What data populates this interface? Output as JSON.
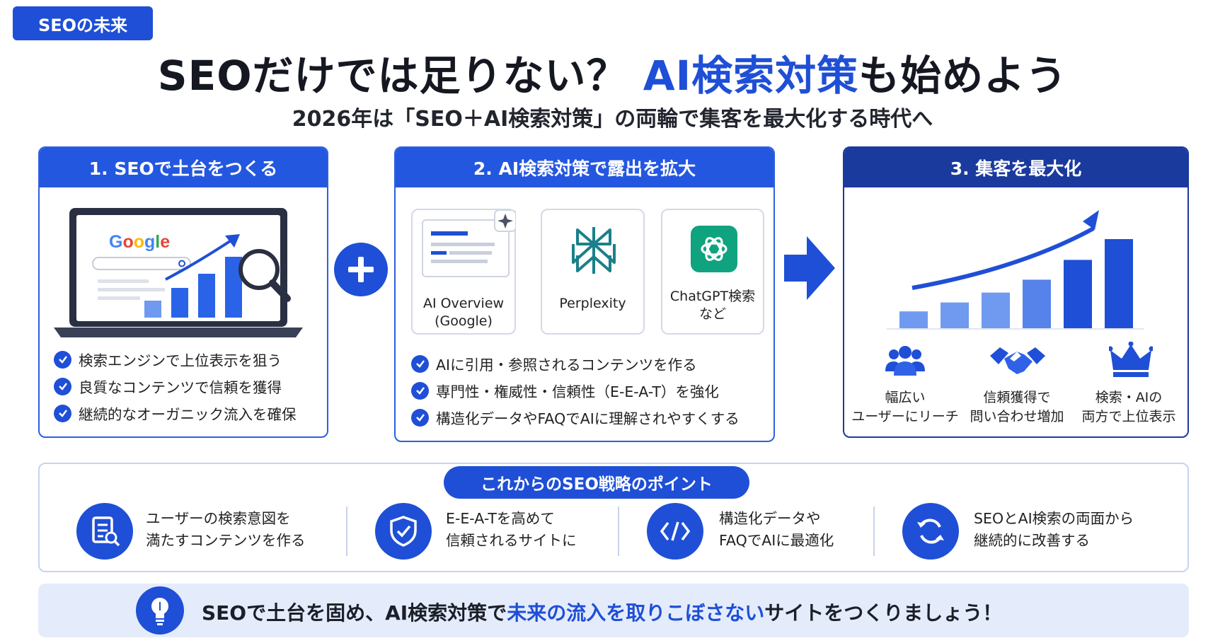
{
  "tag": "SEOの未来",
  "title": {
    "main": "SEOだけでは足りない？",
    "accent": "AI検索対策",
    "tail": "も始めよう"
  },
  "subtitle": "2026年は「SEO＋AI検索対策」の両輪で集客を最大化する時代へ",
  "step1": {
    "heading": "1. SEOで土台をつくる",
    "logo": "Google",
    "checks": [
      "検索エンジンで上位表示を狙う",
      "良質なコンテンツで信頼を獲得",
      "継続的なオーガニック流入を確保"
    ]
  },
  "step2": {
    "heading": "2. AI検索対策で露出を拡大",
    "tools": [
      {
        "line1": "AI Overview",
        "line2": "(Google)"
      },
      {
        "line1": "Perplexity",
        "line2": ""
      },
      {
        "line1": "ChatGPT検索",
        "line2": "など"
      }
    ],
    "checks": [
      "AIに引用・参照されるコンテンツを作る",
      "専門性・権威性・信頼性（E-E-A-T）を強化",
      "構造化データやFAQでAIに理解されやすくする"
    ]
  },
  "step3": {
    "heading": "3. 集客を最大化",
    "chart_bars": [
      0.17,
      0.26,
      0.36,
      0.49,
      0.69,
      0.9
    ],
    "results": [
      {
        "line1": "幅広い",
        "line2": "ユーザーにリーチ",
        "icon": "users-icon"
      },
      {
        "line1": "信頼獲得で",
        "line2": "問い合わせ増加",
        "icon": "handshake-icon"
      },
      {
        "line1": "検索・AIの",
        "line2": "両方で上位表示",
        "icon": "crown-icon"
      }
    ]
  },
  "points": {
    "heading": "これからのSEO戦略のポイント",
    "items": [
      {
        "line1": "ユーザーの検索意図を",
        "line2": "満たすコンテンツを作る",
        "icon": "document-search-icon"
      },
      {
        "line1": "E-E-A-Tを高めて",
        "line2": "信頼されるサイトに",
        "icon": "shield-check-icon"
      },
      {
        "line1": "構造化データや",
        "line2": "FAQでAIに最適化",
        "icon": "code-icon"
      },
      {
        "line1": "SEOとAI検索の両面から",
        "line2": "継続的に改善する",
        "icon": "refresh-icon"
      }
    ]
  },
  "banner": {
    "pre": "SEOで土台を固め、AI検索対策で",
    "highlight": "未来の流入を取りこぼさない",
    "post": "サイトをつくりましょう！"
  },
  "colors": {
    "primary": "#1f4fd6",
    "dark": "#1b3a9e",
    "light_bg": "#e4ecfc"
  }
}
